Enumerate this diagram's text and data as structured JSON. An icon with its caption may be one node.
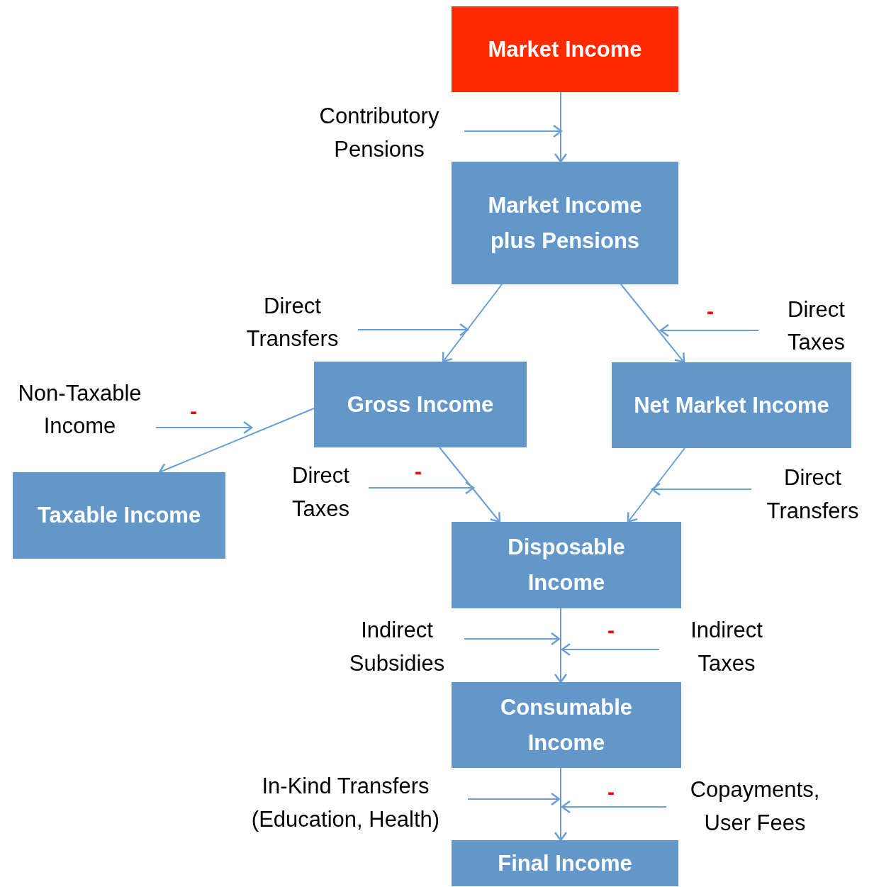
{
  "diagram": {
    "nodes": [
      {
        "text": [
          "Market Income"
        ]
      },
      {
        "text": [
          "Contributory Pensions"
        ]
      },
      {
        "text": [
          "Market Income plus Pensions"
        ]
      },
      {
        "text": [
          "Direct Transfers"
        ]
      },
      {
        "text": [
          "Direct Taxes"
        ]
      },
      {
        "text": [
          "Non-Taxable Income"
        ]
      },
      {
        "text": [
          "Gross Income"
        ]
      },
      {
        "text": [
          "Net Market Income"
        ]
      },
      {
        "text": [
          "Taxable Income"
        ]
      },
      {
        "text": [
          "Direct Taxes"
        ]
      },
      {
        "text": [
          "Direct Transfers"
        ]
      },
      {
        "text": [
          "Disposable Income"
        ]
      },
      {
        "text": [
          "Indirect Subsidies"
        ]
      },
      {
        "text": [
          "Indirect Taxes"
        ]
      },
      {
        "text": [
          "Consumable Income"
        ]
      },
      {
        "text": [
          "In-Kind Transfers (Education, Health)"
        ]
      },
      {
        "text": [
          "Copayments, User Fees"
        ]
      },
      {
        "text": [
          "Final Income"
        ]
      }
    ],
    "edges": [
      {
        "from": 0,
        "to": 2,
        "arrow": "to"
      },
      {
        "from": 1,
        "to": null,
        "arrow": "to"
      },
      {
        "from": 2,
        "to": 6,
        "arrow": "to"
      },
      {
        "from": 3,
        "to": null,
        "arrow": "to"
      },
      {
        "from": 2,
        "to": 7,
        "arrow": "to"
      },
      {
        "from": 4,
        "to": null,
        "arrow": "to"
      },
      {
        "from": 6,
        "to": 8,
        "arrow": "to"
      },
      {
        "from": 5,
        "to": null,
        "arrow": "to"
      },
      {
        "from": 6,
        "to": 11,
        "arrow": "to"
      },
      {
        "from": 9,
        "to": null,
        "arrow": "to"
      },
      {
        "from": 7,
        "to": 11,
        "arrow": "to"
      },
      {
        "from": 10,
        "to": null,
        "arrow": "to"
      },
      {
        "from": 11,
        "to": 14,
        "arrow": "to"
      },
      {
        "from": 12,
        "to": null,
        "arrow": "to"
      },
      {
        "from": 13,
        "to": null,
        "arrow": "to"
      },
      {
        "from": 14,
        "to": 17,
        "arrow": "to"
      },
      {
        "from": 15,
        "to": null,
        "arrow": "to"
      },
      {
        "from": 16,
        "to": null,
        "arrow": "to"
      }
    ],
    "labels": [
      "-",
      "-",
      "-",
      "-",
      "-"
    ]
  }
}
